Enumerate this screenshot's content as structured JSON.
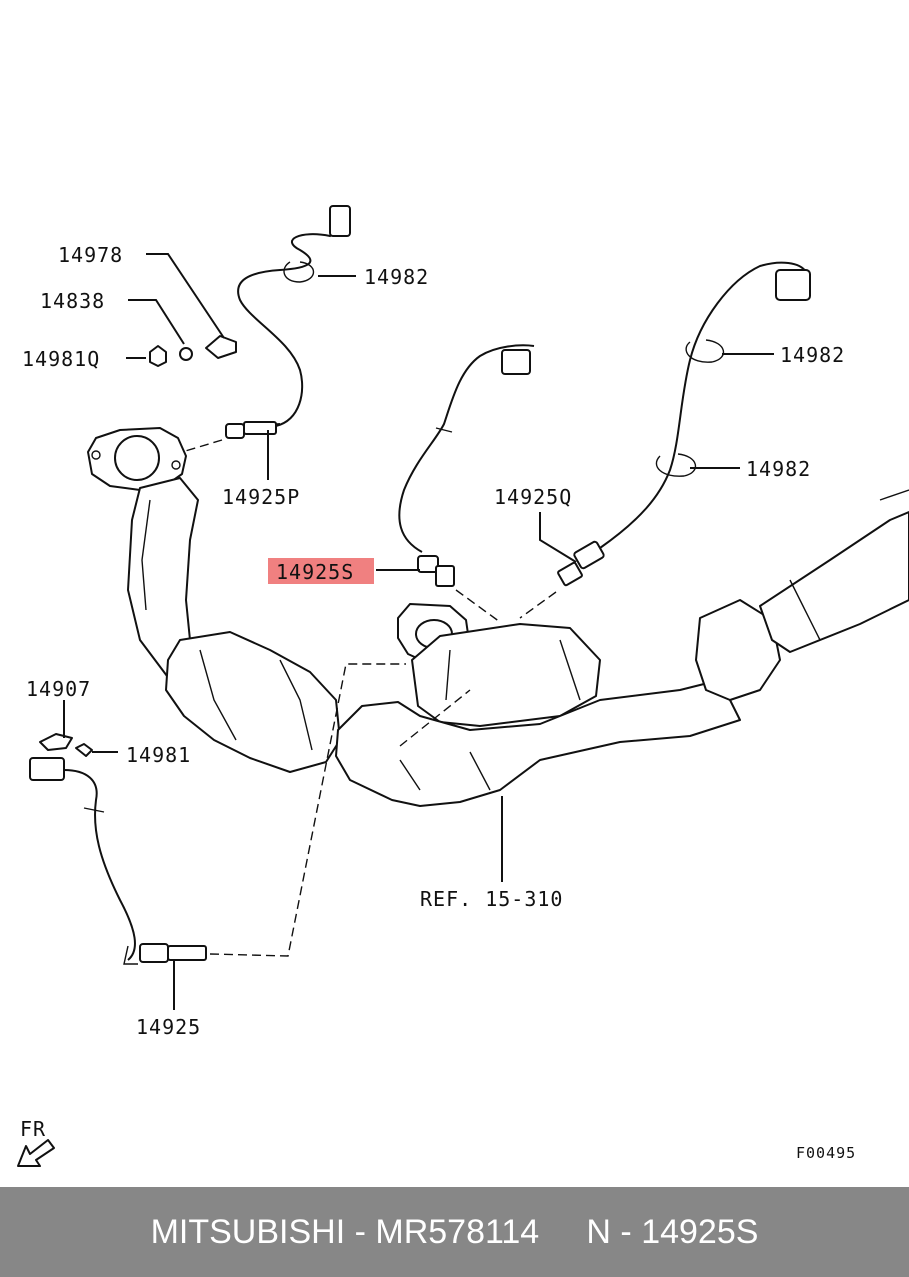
{
  "labels": {
    "p14978": "14978",
    "p14838": "14838",
    "p14981q": "14981Q",
    "p14982_top": "14982",
    "p14925p": "14925P",
    "p14982_right1": "14982",
    "p14982_right2": "14982",
    "p14925q": "14925Q",
    "p14925s": "14925S",
    "p14907": "14907",
    "p14981": "14981",
    "ref": "REF. 15-310",
    "p14925": "14925",
    "fr": "FR",
    "figure_code": "F00495"
  },
  "highlight": {
    "part": "14925S",
    "color": "#f08080"
  },
  "footer": {
    "brand": "MITSUBISHI",
    "sep1": " - ",
    "part_number": "MR578114",
    "gap": "     ",
    "part_code": "N - 14925S"
  },
  "colors": {
    "footer_bg": "#878787",
    "footer_text": "#ffffff"
  }
}
